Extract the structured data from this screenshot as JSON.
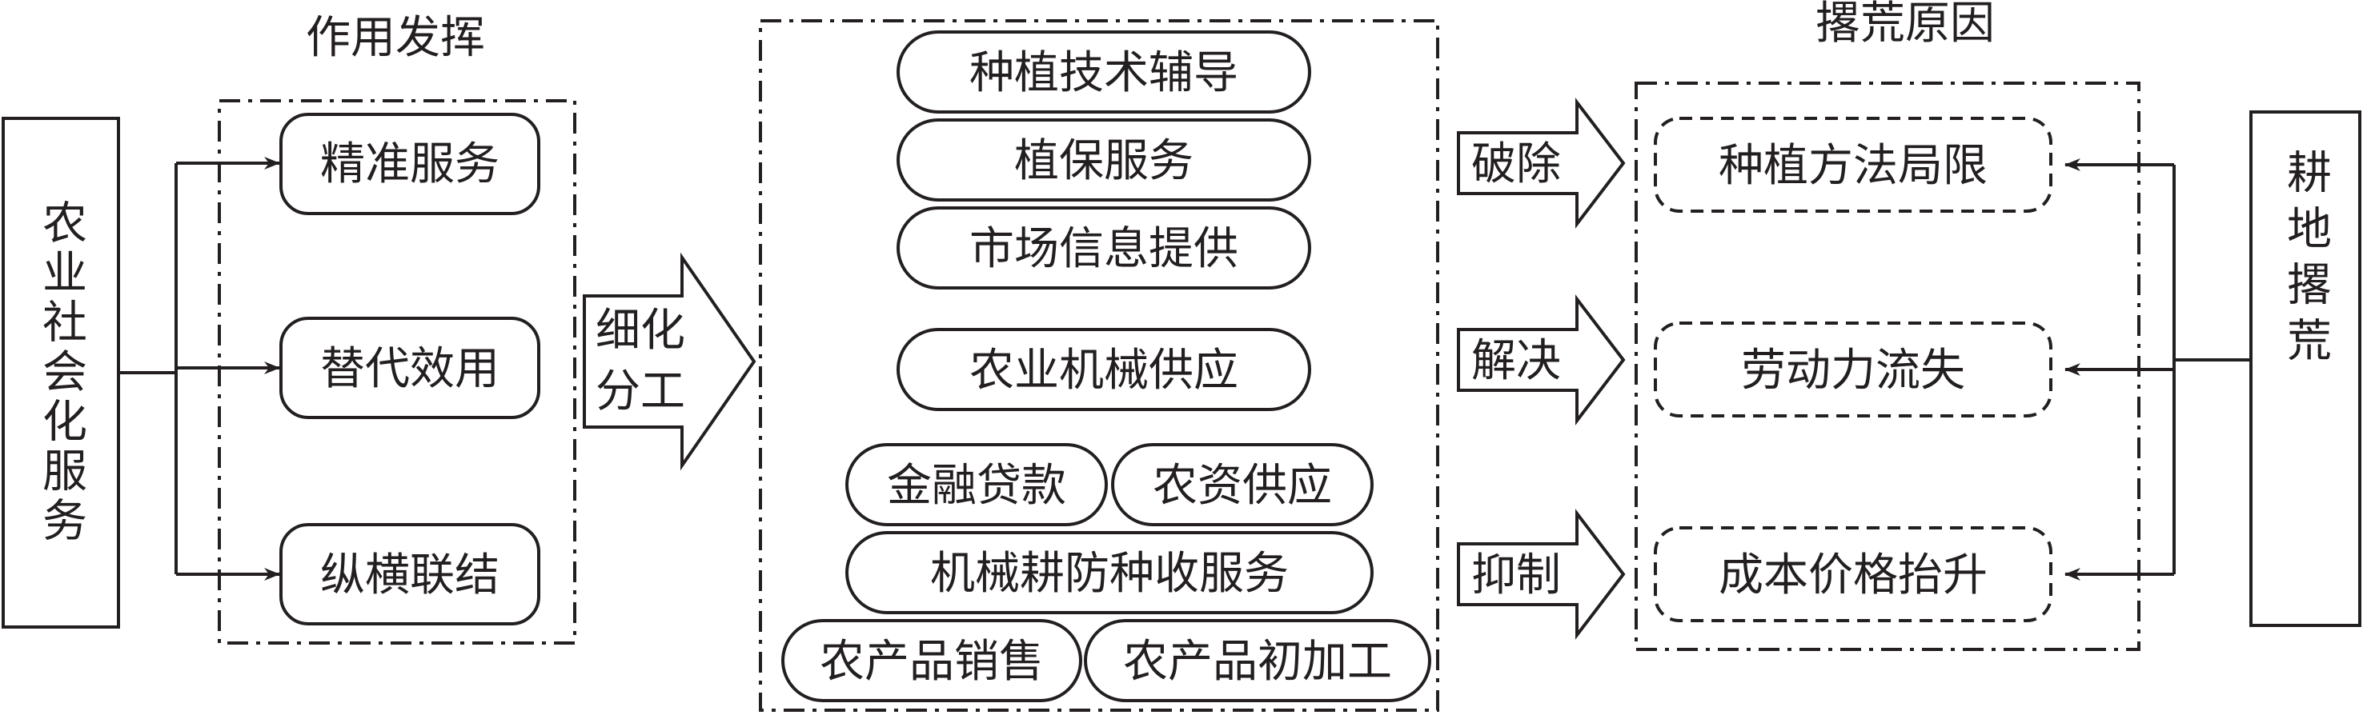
{
  "left": {
    "source_box": "农业社会化服务",
    "section_title": "作用发挥",
    "roles": [
      "精准服务",
      "替代效用",
      "纵横联结"
    ]
  },
  "middle": {
    "arrow_label": [
      "细化",
      "分工"
    ],
    "services": {
      "technical_guidance": "种植技术辅导",
      "plant_protection": "植保服务",
      "market_info": "市场信息提供",
      "machinery_supply": "农业机械供应",
      "finance_loans": "金融贷款",
      "input_supply": "农资供应",
      "mechanized_services": "机械耕防种收服务",
      "product_sales": "农产品销售",
      "primary_processing": "农产品初加工"
    }
  },
  "right": {
    "section_title": "撂荒原因",
    "source_box": "耕地撂荒",
    "reasons": [
      "种植方法局限",
      "劳动力流失",
      "成本价格抬升"
    ],
    "actions": [
      "破除",
      "解决",
      "抑制"
    ]
  },
  "colors": {
    "ink": "#231f20",
    "background": "#ffffff"
  }
}
